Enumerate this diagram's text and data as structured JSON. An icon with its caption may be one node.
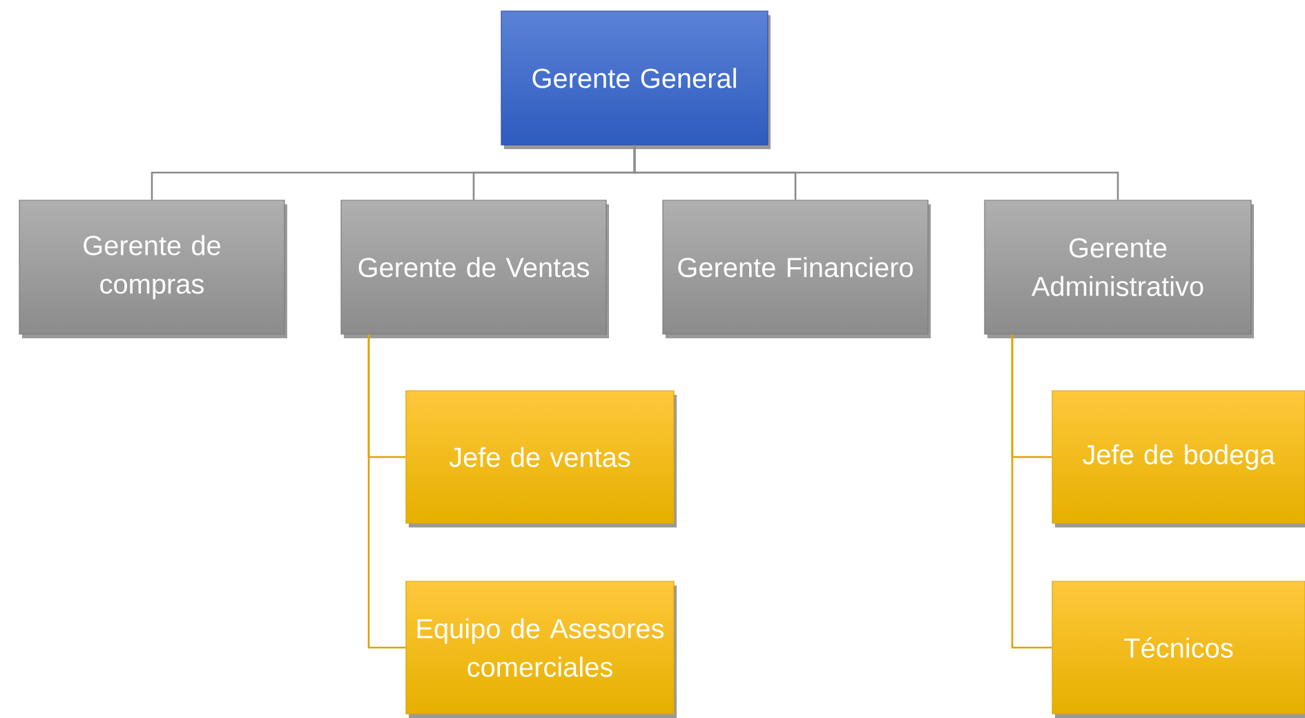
{
  "diagram": {
    "nodes": [
      {
        "text": [
          "Gerente General"
        ]
      },
      {
        "text": [
          "Gerente de compras"
        ]
      },
      {
        "text": [
          "Gerente de Ventas"
        ]
      },
      {
        "text": [
          "Gerente Financiero"
        ]
      },
      {
        "text": [
          "Gerente Administrativo"
        ]
      },
      {
        "text": [
          "Jefe de ventas"
        ]
      },
      {
        "text": [
          "Equipo de Asesores comerciales"
        ]
      },
      {
        "text": [
          "Jefe de bodega"
        ]
      },
      {
        "text": [
          "Técnicos"
        ]
      }
    ],
    "edges": [
      {
        "from": 0,
        "to": 1,
        "arrow": "none"
      },
      {
        "from": 0,
        "to": 2,
        "arrow": "none"
      },
      {
        "from": 0,
        "to": 3,
        "arrow": "none"
      },
      {
        "from": 0,
        "to": 4,
        "arrow": "none"
      },
      {
        "from": 2,
        "to": 5,
        "arrow": "none",
        "color": "#e0a200"
      },
      {
        "from": 2,
        "to": 6,
        "arrow": "none",
        "color": "#e0a200"
      },
      {
        "from": 4,
        "to": 7,
        "arrow": "none",
        "color": "#e0a200"
      },
      {
        "from": 4,
        "to": 8,
        "arrow": "none",
        "color": "#e0a200"
      }
    ]
  }
}
